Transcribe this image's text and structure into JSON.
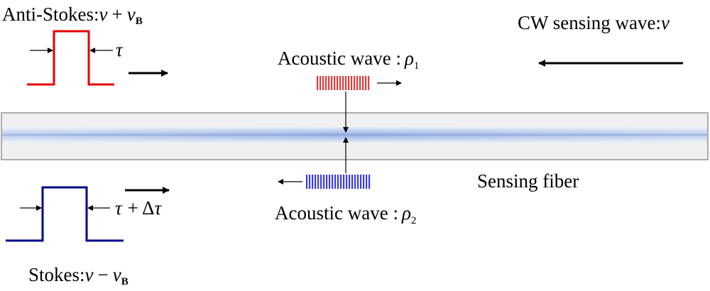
{
  "anti_stokes": {
    "label": "Anti-Stokes:",
    "nu": "ν",
    "op": "+",
    "nu_b": "ν",
    "sub": "B",
    "pulse_width": "τ",
    "color": "#e60000"
  },
  "stokes": {
    "label": "Stokes:",
    "nu": "ν",
    "op": "−",
    "nu_b": "ν",
    "sub": "B",
    "pulse_width_tau": "τ",
    "pulse_width_plus": "+ Δ",
    "pulse_width_tau2": "τ",
    "color": "#00008b"
  },
  "cw_wave": {
    "label": "CW sensing wave:",
    "nu": "ν"
  },
  "acoustic_1": {
    "label": "Acoustic wave :",
    "rho": "ρ",
    "sub": "1",
    "color": "#e23c3c"
  },
  "acoustic_2": {
    "label": "Acoustic wave :",
    "rho": "ρ",
    "sub": "2",
    "color": "#3c3ce2"
  },
  "fiber": {
    "label": "Sensing fiber",
    "core_color": "#a9c1e8"
  }
}
